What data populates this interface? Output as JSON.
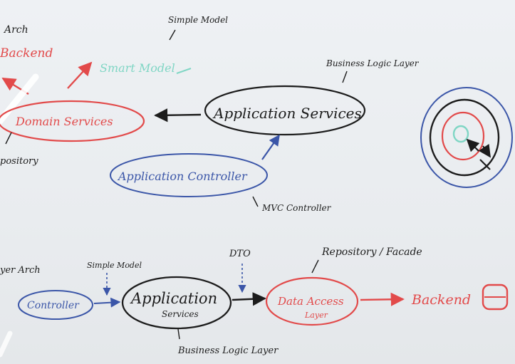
{
  "top": {
    "arch_title": "Arch",
    "backend": "Backend",
    "simple_model": "Simple Model",
    "smart_model": "Smart Model",
    "domain_services": "Domain Services",
    "repository": "pository",
    "business_logic_layer": "Business Logic Layer",
    "application_services": "Application Services",
    "application_controller": "Application Controller",
    "mvc_controller": "MVC Controller"
  },
  "bottom": {
    "layer_arch": "yer Arch",
    "controller": "Controller",
    "simple_model": "Simple Model",
    "application": "Application",
    "services": "Services",
    "dto": "DTO",
    "repository_facade": "Repository / Facade",
    "data_access": "Data Access",
    "layer": "Layer",
    "backend": "Backend",
    "business_logic_layer": "Business Logic Layer"
  },
  "colors": {
    "black_ink": "#1c1c1c",
    "red_ink": "#e24a4a",
    "blue_ink": "#3b56a8",
    "green_ink": "#7fd6c4",
    "whiteboard": "#eceff2"
  }
}
